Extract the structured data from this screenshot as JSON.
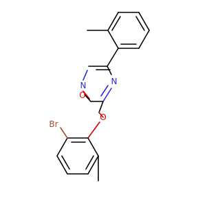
{
  "molecule": {
    "atom_labels": {
      "n_upper": "N",
      "n_right": "N",
      "o_ring": "O",
      "o_ether": "O",
      "br": "Br"
    },
    "colors": {
      "carbon_bond": "#000000",
      "nitrogen": "#2b2bd6",
      "oxygen": "#d40000",
      "bromine": "#a0522d",
      "background": "#ffffff"
    }
  }
}
